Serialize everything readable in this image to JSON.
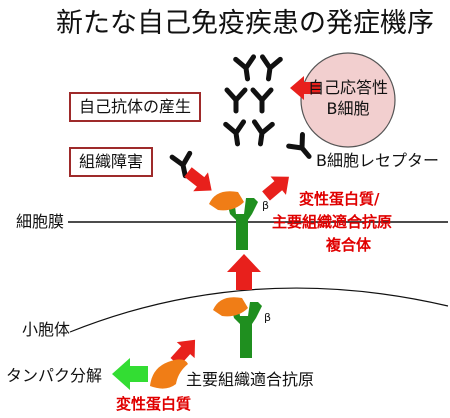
{
  "title": "新たな自己免疫疾患の発症機序",
  "labels": {
    "autoantibody": "自己抗体の産生",
    "tissue_damage": "組織障害",
    "b_cell_line1": "自己応答性",
    "b_cell_line2": "B細胞",
    "b_cell_receptor": "B細胞レセプター",
    "complex_line1": "変性蛋白質/",
    "complex_line2": "主要組織適合抗原",
    "complex_line3": "複合体",
    "cell_membrane": "細胞膜",
    "er": "小胞体",
    "protein_degradation": "タンパク分解",
    "mhc": "主要組織適合抗原",
    "misfolded_protein": "変性蛋白質",
    "beta_upper": "β",
    "beta_lower": "β"
  },
  "colors": {
    "red_arrow": "#e8201c",
    "green_arrow": "#33dd33",
    "mhc_green": "#1f8f1f",
    "protein_orange": "#f07d16",
    "b_cell_fill": "#f2cfcf",
    "box_border": "#9e2a2a",
    "red_text": "#e00000"
  }
}
